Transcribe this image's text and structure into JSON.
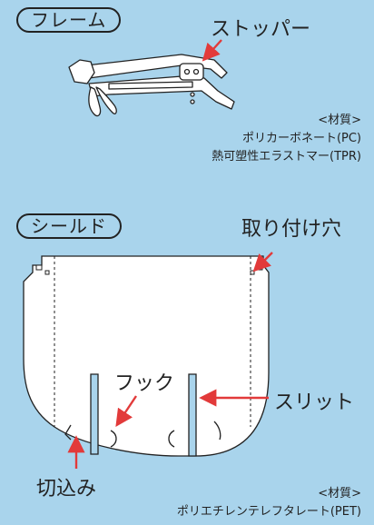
{
  "frame": {
    "title": "フレーム",
    "stopper_label": "ストッパー",
    "material_heading": "<材質>",
    "materials": [
      "ポリカーボネート(PC)",
      "熱可塑性エラストマー(TPR)"
    ]
  },
  "shield": {
    "title": "シールド",
    "mount_hole_label": "取り付け穴",
    "hook_label": "フック",
    "slit_label": "スリット",
    "notch_label": "切込み",
    "material_heading": "<材質>",
    "material": "ポリエチレンテレフタレート(PET)"
  },
  "colors": {
    "background": "#a9d4ec",
    "arrow": "#e23a3a",
    "line": "#222222",
    "part_fill": "#ffffff"
  }
}
